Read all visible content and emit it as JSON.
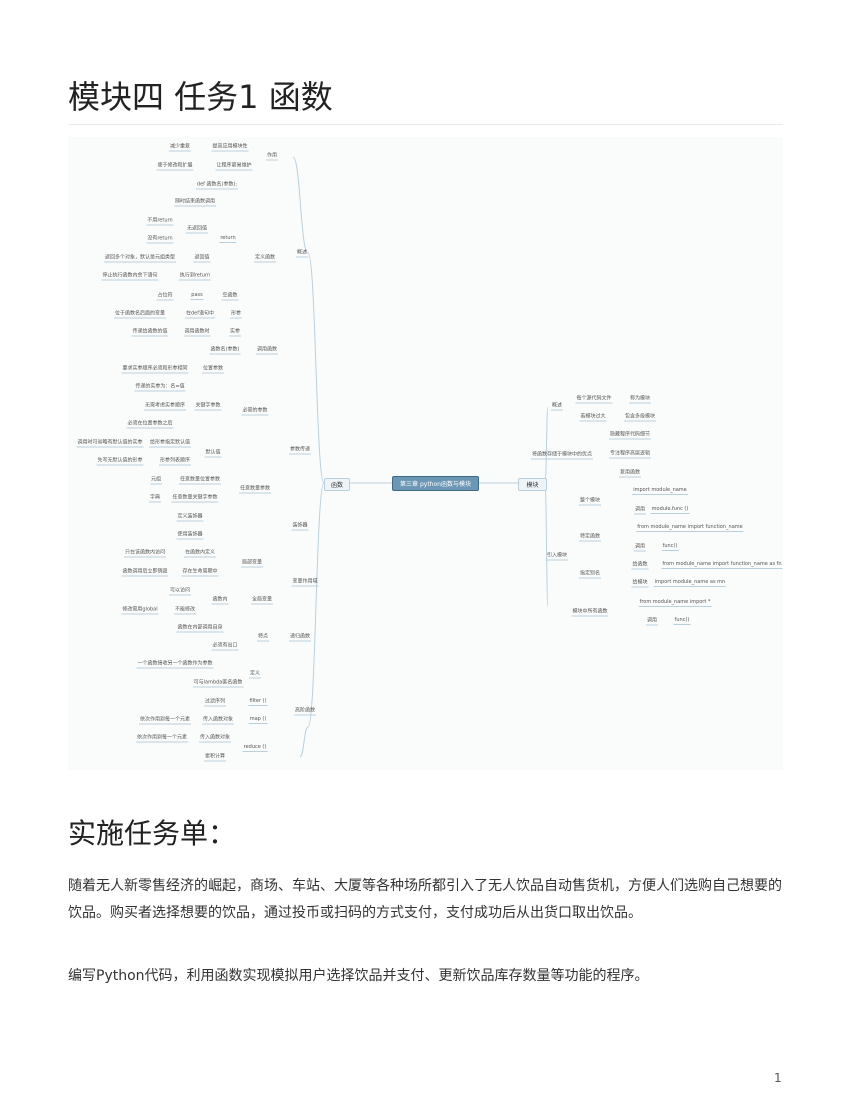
{
  "title": "模块四 任务1 函数",
  "mindmap": {
    "center": "第三章 python函数与模块",
    "left_root": "函数",
    "right_root": "模块",
    "nodes": [
      "减少重复",
      "提高应用模块性",
      "作用",
      "便于修改和扩展",
      "让程序更易维护",
      "def 函数名(参数):",
      "随时结束函数调用",
      "不用return",
      "没有return",
      "无返回值",
      "return",
      "返回多个对象，默认是元组类型",
      "返回值",
      "停止执行函数内余下语句",
      "执行到return",
      "定义函数",
      "占位符",
      "pass",
      "空函数",
      "位于函数名后面的变量",
      "在def语句中",
      "形参",
      "传递给函数的值",
      "调用函数时",
      "实参",
      "函数名(参数)",
      "调用函数",
      "概述",
      "要求实参顺序必须和形参相同",
      "位置参数",
      "传递的实参为：名=值",
      "关键字参数",
      "无需考虑实参顺序",
      "必须在位置参数之后",
      "必需的参数",
      "调用时可省略有默认值的实参",
      "给形参指定默认值",
      "默认值",
      "先写无默认值的形参",
      "形参列表顺序",
      "参数传递",
      "元组",
      "任意数量位置参数",
      "字典",
      "任意数量关键字参数",
      "任意数量参数",
      "定义装饰器",
      "使用装饰器",
      "装饰器",
      "只在该函数内访问",
      "在函数内定义",
      "局部变量",
      "函数调用后立即销毁",
      "存在生命周期中",
      "变量作用域",
      "可以访问",
      "函数内",
      "全局变量",
      "修改需用global",
      "不能修改",
      "函数在内部调用自身",
      "特点",
      "递归函数",
      "必须有出口",
      "一个函数接收另一个函数作为参数",
      "定义",
      "可与lambda匿名函数",
      "过滤序列",
      "filter ()",
      "高阶函数",
      "依次作用到每一个元素",
      "传入函数对象",
      "map ()",
      "依次作用到每一个元素",
      "传入函数对象",
      "reduce ()",
      "累积计算",
      "概述",
      "每个源代码文件",
      "称为模块",
      "若模块过大",
      "包含多级模块",
      "将函数存储于模块中的优点",
      "隐藏程序代码细节",
      "专注程序高层逻辑",
      "复用函数",
      "引入模块",
      "整个模块",
      "import module_name",
      "调用",
      "module.func ()",
      "特定函数",
      "from module_name import function_name",
      "调用",
      "func()",
      "指定别名",
      "给函数",
      "from module_name import function_name as fn",
      "给模块",
      "import module_name as mn",
      "模块中所有函数",
      "from module_name import *",
      "调用",
      "func()"
    ]
  },
  "section_heading": "实施任务单：",
  "paragraphs": [
    "随着无人新零售经济的崛起，商场、车站、大厦等各种场所都引入了无人饮品自动售货机，方便人们选购自己想要的饮品。购买者选择想要的饮品，通过投币或扫码的方式支付，支付成功后从出货口取出饮品。",
    "编写Python代码，利用函数实现模拟用户选择饮品并支付、更新饮品库存数量等功能的程序。"
  ],
  "page_number": "1"
}
